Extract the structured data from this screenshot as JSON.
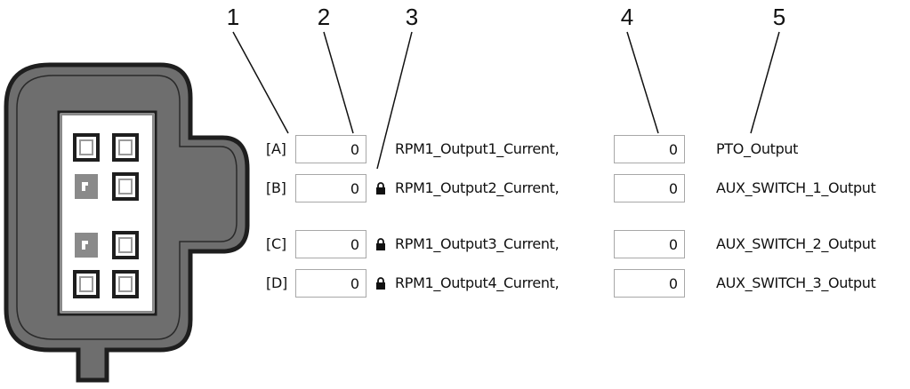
{
  "callouts": [
    "1",
    "2",
    "3",
    "4",
    "5"
  ],
  "rows": [
    {
      "tag": "[A]",
      "value1": "0",
      "locked": false,
      "name1": "RPM1_Output1_Current,",
      "value2": "0",
      "name2": "PTO_Output"
    },
    {
      "tag": "[B]",
      "value1": "0",
      "locked": true,
      "name1": "RPM1_Output2_Current,",
      "value2": "0",
      "name2": "AUX_SWITCH_1_Output"
    },
    {
      "tag": "[C]",
      "value1": "0",
      "locked": true,
      "name1": "RPM1_Output3_Current,",
      "value2": "0",
      "name2": "AUX_SWITCH_2_Output"
    },
    {
      "tag": "[D]",
      "value1": "0",
      "locked": true,
      "name1": "RPM1_Output4_Current,",
      "value2": "0",
      "name2": "AUX_SWITCH_3_Output"
    }
  ],
  "colors": {
    "connector_body": "#6e6e6e",
    "connector_outline": "#1e1e1e",
    "pin_gray": "#8a8a8a",
    "field_border": "#a8a8a8"
  }
}
